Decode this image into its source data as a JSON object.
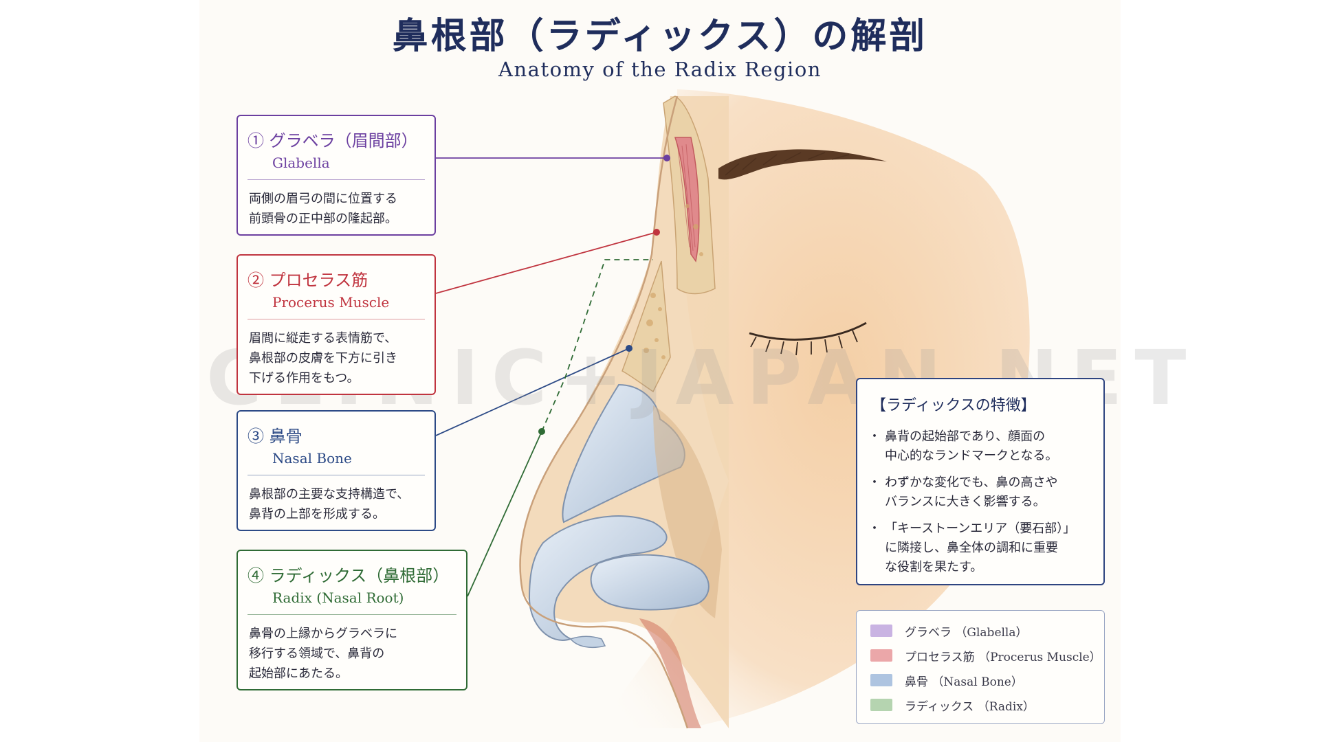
{
  "header": {
    "title": "鼻根部（ラディックス）の解剖",
    "subtitle": "Anatomy of the Radix Region"
  },
  "watermark": "CLINIC+JAPAN.NET",
  "colors": {
    "glabella": "#6b3fa0",
    "procerus": "#c0343f",
    "nasal_bone": "#2c4a86",
    "radix": "#2f6b35",
    "navy": "#1f2d5c"
  },
  "cards": [
    {
      "title": "① グラベラ（眉間部）",
      "subtitle": "Glabella",
      "body": "両側の眉弓の間に位置する\n前頭骨の正中部の隆起部。"
    },
    {
      "title": "② プロセラス筋",
      "subtitle": "Procerus Muscle",
      "body": "眉間に縦走する表情筋で、\n鼻根部の皮膚を下方に引き\n下げる作用をもつ。"
    },
    {
      "title": "③ 鼻骨",
      "subtitle": "Nasal Bone",
      "body": "鼻根部の主要な支持構造で、\n鼻背の上部を形成する。"
    },
    {
      "title": "④ ラディックス（鼻根部）",
      "subtitle": "Radix (Nasal Root)",
      "body": "鼻骨の上縁からグラベラに\n移行する領域で、鼻背の\n起始部にあたる。"
    }
  ],
  "features": {
    "heading": "【ラディックスの特徴】",
    "items": [
      "鼻背の起始部であり、顔面の\n中心的なランドマークとなる。",
      "わずかな変化でも、鼻の高さや\nバランスに大きく影響する。",
      "「キーストーンエリア（要石部）」\nに隣接し、鼻全体の調和に重要\nな役割を果たす。"
    ]
  },
  "legend": [
    {
      "label": "グラベラ （Glabella）",
      "color": "#c9b3e2"
    },
    {
      "label": "プロセラス筋 （Procerus Muscle）",
      "color": "#eba7a9"
    },
    {
      "label": "鼻骨 （Nasal Bone）",
      "color": "#aec4e0"
    },
    {
      "label": "ラディックス （Radix）",
      "color": "#b5d4b0"
    }
  ]
}
